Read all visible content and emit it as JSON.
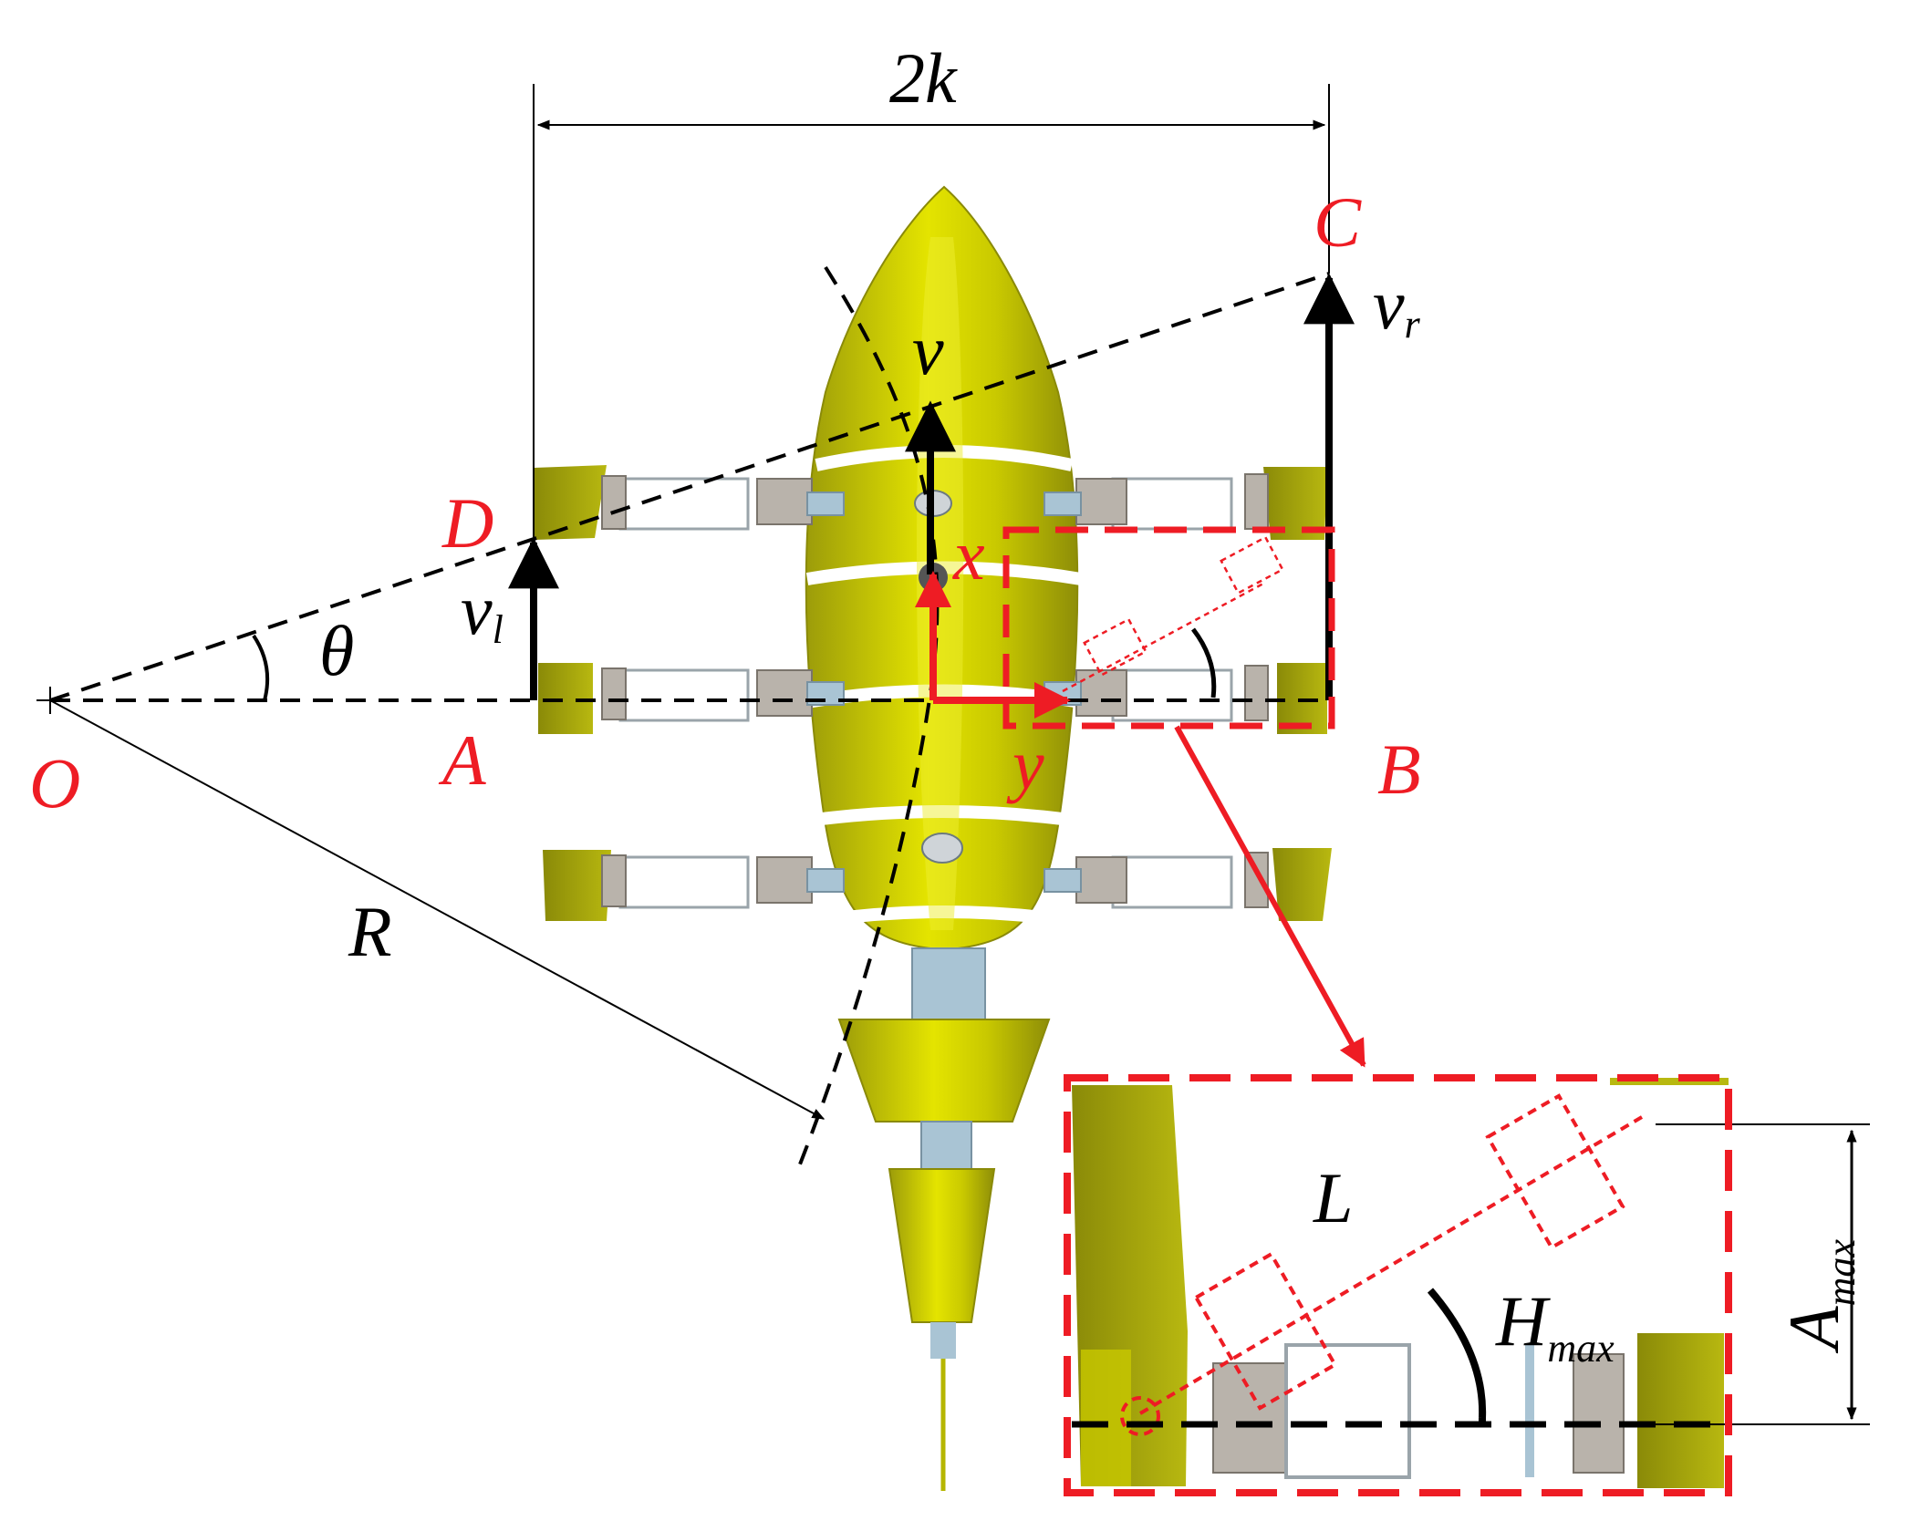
{
  "labels": {
    "O": "O",
    "A": "A",
    "B": "B",
    "C": "C",
    "D": "D",
    "x": "x",
    "y": "y",
    "theta": "θ",
    "R": "R",
    "L": "L",
    "width_main": "2",
    "width_sub": "k",
    "v": "v",
    "vl_main": "v",
    "vl_sub": "l",
    "vr_main": "v",
    "vr_sub": "r",
    "hmax_main": "H",
    "hmax_sub": "max",
    "amax_main": "A",
    "amax_sub": "max"
  },
  "colors": {
    "red": "#ee1c24",
    "body_yellow": "#c8c800",
    "body_dark": "#9a9a10",
    "servo_gray": "#b9b3ab",
    "frame_blue": "#a9c4d4",
    "black": "#000000"
  }
}
